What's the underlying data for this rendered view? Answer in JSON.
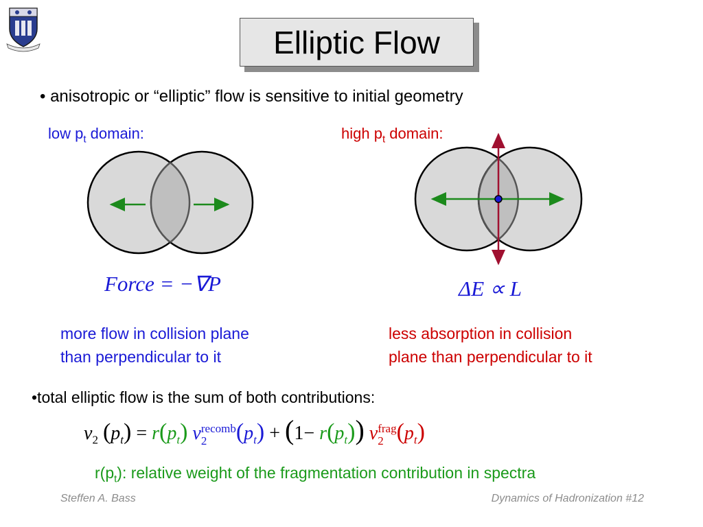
{
  "title": "Elliptic Flow",
  "bullet1": "• anisotropic or “elliptic” flow is sensitive to initial geometry",
  "low": {
    "label_pre": "low p",
    "label_sub": "t",
    "label_post": " domain:",
    "equation": "Force = −∇P",
    "note_line1": "more flow in collision plane",
    "note_line2": "than perpendicular to it"
  },
  "high": {
    "label_pre": "high p",
    "label_sub": "t",
    "label_post": " domain:",
    "equation": "ΔE ∝ L",
    "note_line1": "less absorption in collision",
    "note_line2": "plane than perpendicular to it"
  },
  "bullet2": "•total elliptic flow is the sum of both contributions:",
  "formula": {
    "v": "v",
    "two": "2",
    "p": "p",
    "t": "t",
    "equals": "=",
    "r": "r",
    "recomb": "recomb",
    "plus": "+",
    "one_minus": "1−",
    "frag": "frag"
  },
  "rnote": {
    "pre": "r(p",
    "sub": "t",
    "post": "):  relative weight of the fragmentation contribution in spectra"
  },
  "footer": {
    "author": "Steffen A. Bass",
    "talk": "Dynamics of Hadronization  #12"
  },
  "colors": {
    "blue": "#1a1ad6",
    "red": "#cc0000",
    "green": "#1a9a1a",
    "arrow_green": "#1c8a1c",
    "arrow_red": "#a01030",
    "circle_fill": "#d9d9d9"
  },
  "icons": {
    "logo": "duke-university-crest-icon"
  }
}
